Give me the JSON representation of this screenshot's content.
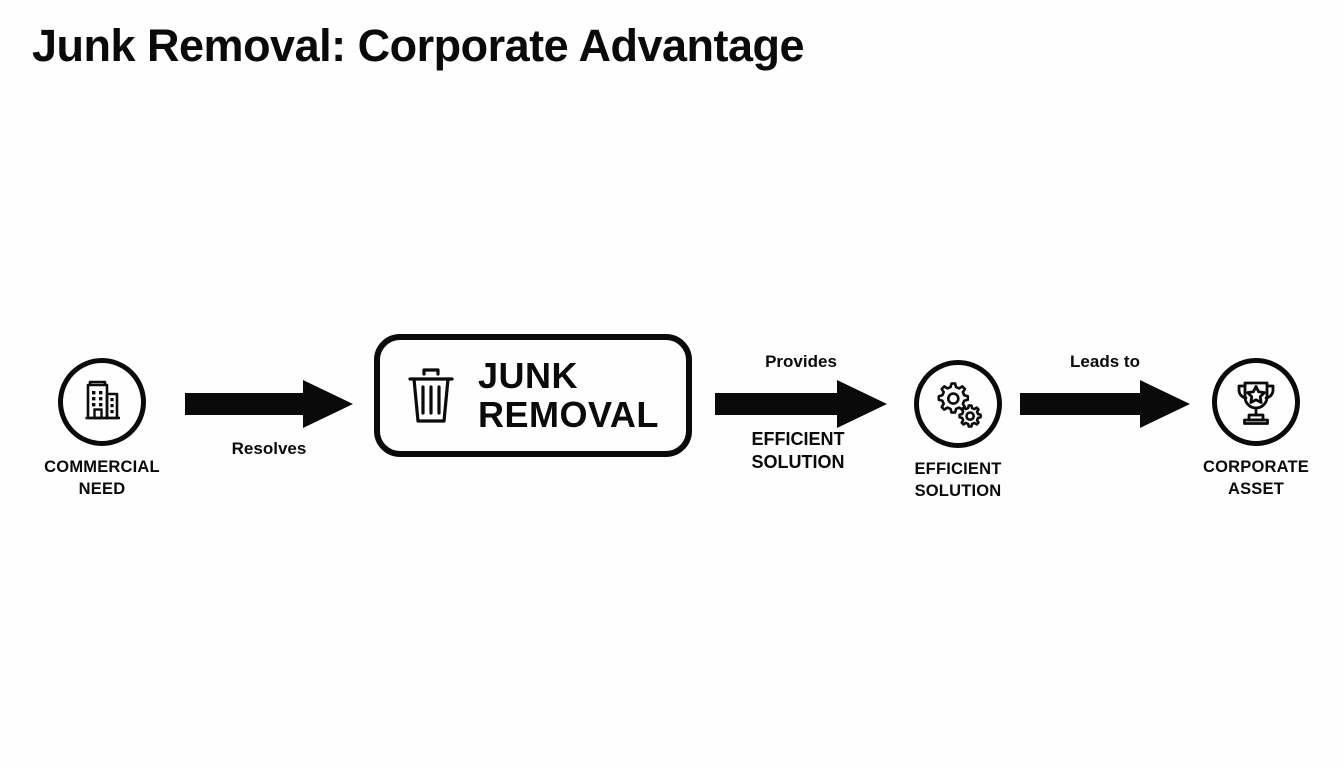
{
  "slide": {
    "title": "Junk Removal: Corporate Advantage",
    "background_color": "#fefefe",
    "ink_color": "#0a0a0a"
  },
  "diagram": {
    "type": "left-to-right process flow",
    "nodes": [
      {
        "id": "commercial-need",
        "icon": "office-building-icon",
        "shape": "circle",
        "caption": "COMMERCIAL\nNEED"
      },
      {
        "id": "junk-removal",
        "icon": "trash-can-icon",
        "shape": "rounded-rectangle",
        "caption": "JUNK\nREMOVAL"
      },
      {
        "id": "efficient-solution",
        "icon": "gears-icon",
        "shape": "circle",
        "caption": "EFFICIENT\nSOLUTION"
      },
      {
        "id": "corporate-asset",
        "icon": "trophy-icon",
        "shape": "circle",
        "caption": "CORPORATE\nASSET"
      }
    ],
    "arrows": [
      {
        "id": "arrow-resolves",
        "from": "commercial-need",
        "to": "junk-removal",
        "label_above": "",
        "label_below": "Resolves"
      },
      {
        "id": "arrow-provides",
        "from": "junk-removal",
        "to": "efficient-solution",
        "label_above": "Provides",
        "label_below": "EFFICIENT\nSOLUTION"
      },
      {
        "id": "arrow-leads-to",
        "from": "efficient-solution",
        "to": "corporate-asset",
        "label_above": "Leads to",
        "label_below": ""
      }
    ]
  }
}
